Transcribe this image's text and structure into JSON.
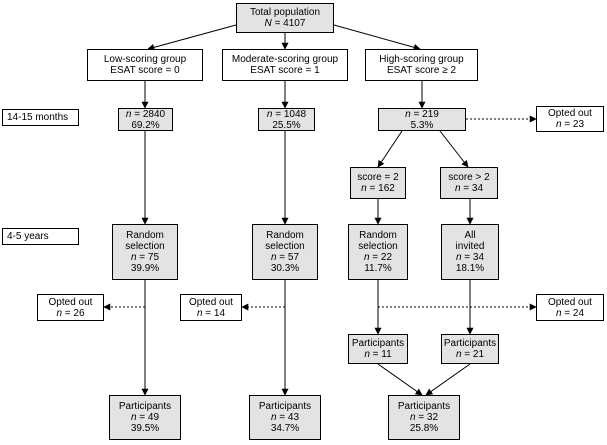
{
  "colors": {
    "grey_box": "#e3e3e3",
    "line": "#000000",
    "white_box": "#ffffff"
  },
  "time_points": {
    "t1": "14-15 months",
    "t2": "4-5 years"
  },
  "total": {
    "title": "Total population",
    "n_label": "N",
    "n_value": "= 4107"
  },
  "groups": {
    "low": {
      "line1": "Low-scoring group",
      "line2": "ESAT score = 0"
    },
    "moderate": {
      "line1": "Moderate-scoring group",
      "line2": "ESAT score = 1"
    },
    "high": {
      "line1": "High-scoring group",
      "line2": "ESAT score ≥ 2"
    }
  },
  "at_14_15_months": {
    "low": {
      "n_label": "n",
      "n_value": "= 2840",
      "pct": "69.2%"
    },
    "moderate": {
      "n_label": "n",
      "n_value": " = 1048",
      "pct": "25.5%"
    },
    "high": {
      "n_label": "n",
      "n_value": "= 219",
      "pct": "5.3%"
    },
    "high_opted_out": {
      "label": "Opted out",
      "n_label": "n",
      "n_value": "= 23"
    }
  },
  "high_split": {
    "eq2": {
      "label": "score = 2",
      "n_label": "n",
      "n_value": "= 162"
    },
    "gt2": {
      "label": "score > 2",
      "n_label": "n",
      "n_value": "= 34"
    }
  },
  "selection": {
    "low": {
      "line1": "Random",
      "line2": "selection",
      "n_label": "n",
      "n_value": "= 75",
      "pct": "39.9%"
    },
    "moderate": {
      "line1": "Random",
      "line2": "selection",
      "n_label": "n",
      "n_value": "= 57",
      "pct": "30.3%"
    },
    "high_eq2": {
      "line1": "Random",
      "line2": "selection",
      "n_label": "n",
      "n_value": "= 22",
      "pct": "11.7%"
    },
    "high_gt2": {
      "line1": "All",
      "line2": "invited",
      "n_label": "n",
      "n_value": "= 34",
      "pct": "18.1%"
    }
  },
  "opted_out_4_5": {
    "low": {
      "label": "Opted out",
      "n_label": "n",
      "n_value": "= 26"
    },
    "moderate": {
      "label": "Opted out",
      "n_label": "n",
      "n_value": "= 14"
    },
    "high": {
      "label": "Opted out",
      "n_label": "n",
      "n_value": "= 24"
    }
  },
  "high_participants": {
    "eq2": {
      "label": "Participants",
      "n_label": "n",
      "n_value": "= 11"
    },
    "gt2": {
      "label": "Participants",
      "n_label": "n",
      "n_value": "= 21"
    }
  },
  "final_participants": {
    "low": {
      "label": "Participants",
      "n_label": "n",
      "n_value": "= 49",
      "pct": "39.5%"
    },
    "moderate": {
      "label": "Participants",
      "n_label": "n",
      "n_value": "= 43",
      "pct": "34.7%"
    },
    "high": {
      "label": "Participants",
      "n_label": "n",
      "n_value": "= 32",
      "pct": "25.8%"
    }
  }
}
